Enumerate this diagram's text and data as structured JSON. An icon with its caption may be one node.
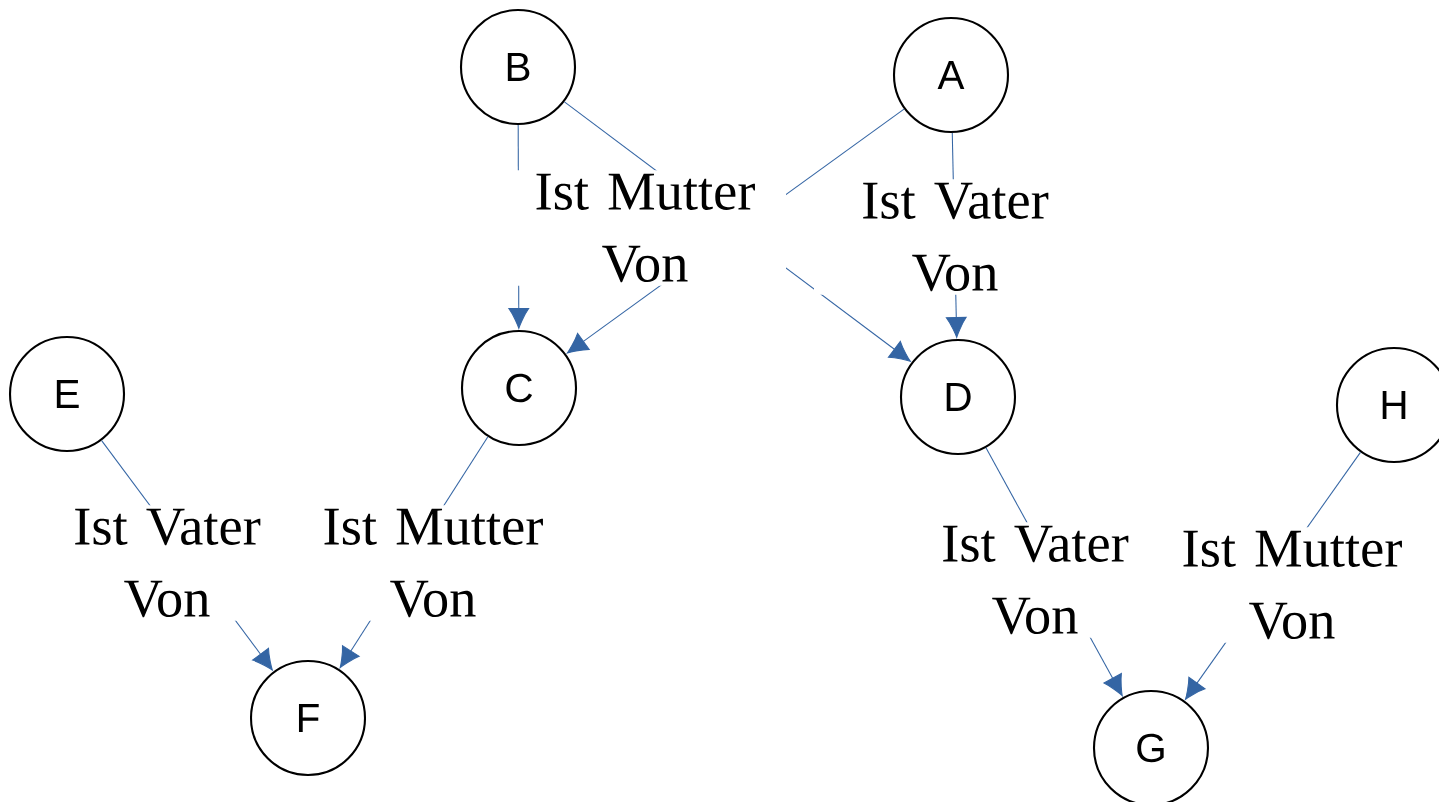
{
  "diagram": {
    "nodes": [
      {
        "text": [
          "B"
        ]
      },
      {
        "text": [
          "A"
        ]
      },
      {
        "text": [
          "E"
        ]
      },
      {
        "text": [
          "C"
        ]
      },
      {
        "text": [
          "D"
        ]
      },
      {
        "text": [
          "H"
        ]
      },
      {
        "text": [
          "F"
        ]
      },
      {
        "text": [
          "G"
        ]
      }
    ],
    "edges": [
      {
        "from": 0,
        "to": 3,
        "arrow": "to",
        "label": "Ist Mutter Von"
      },
      {
        "from": 0,
        "to": 4,
        "arrow": "to"
      },
      {
        "from": 1,
        "to": 3,
        "arrow": "to"
      },
      {
        "from": 1,
        "to": 4,
        "arrow": "to",
        "label": "Ist Vater Von"
      },
      {
        "from": 2,
        "to": 6,
        "arrow": "to",
        "label": "Ist Vater Von"
      },
      {
        "from": 3,
        "to": 6,
        "arrow": "to",
        "label": "Ist Mutter Von"
      },
      {
        "from": 4,
        "to": 7,
        "arrow": "to",
        "label": "Ist Vater Von"
      },
      {
        "from": 5,
        "to": 7,
        "arrow": "to",
        "label": "Ist Mutter Von"
      }
    ]
  }
}
